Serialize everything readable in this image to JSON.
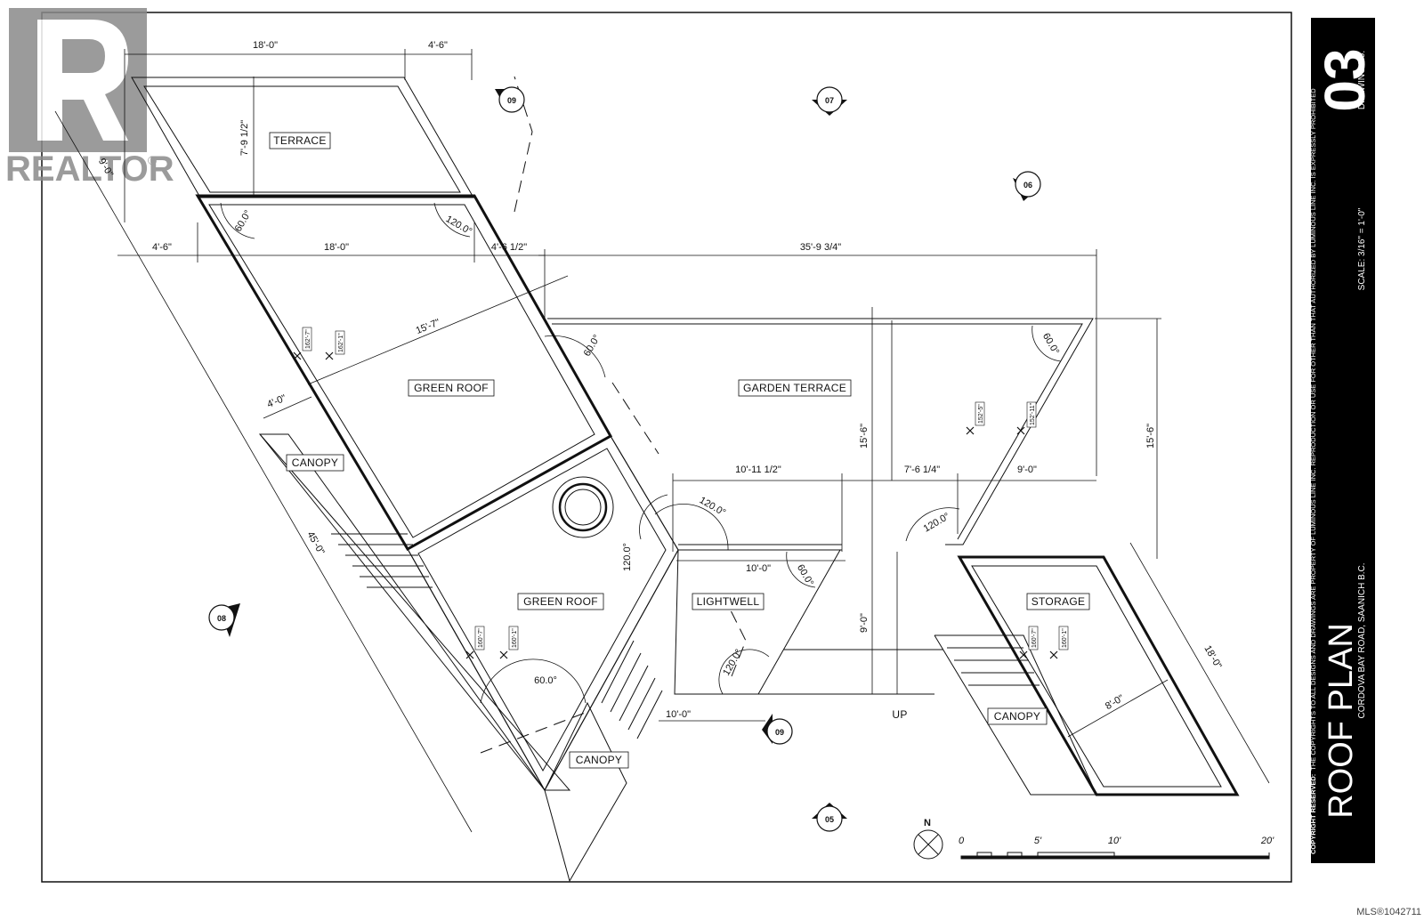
{
  "watermark": {
    "brand": "REALTOR",
    "reg_mark": "®",
    "color": "#8a8a8a"
  },
  "title_block": {
    "drawing_label": "DRAWING No.",
    "drawing_number": "03",
    "scale": "SCALE: 3/16\" = 1'-0\"",
    "title": "ROOF PLAN",
    "address": "CORDOVA BAY ROAD, SAANICH B.C.",
    "copyright_heading": "COPYRIGHT RESERVED:",
    "copyright_text": "THE COPYRIGHTS TO ALL DESIGNS AND DRAWINGS ARE PROPERTY OF LUMINOUS LINE INC. REPRODUCTION OR USE FOR OTHER THAN THAT AUTHORIZED BY LUMINOUS LINE INC. IS EXPRESSLY PROHIBITED",
    "background": "#000000"
  },
  "mls": "MLS®1042711",
  "rooms": {
    "terrace": "TERRACE",
    "green_roof_1": "GREEN ROOF",
    "green_roof_2": "GREEN ROOF",
    "garden_terrace": "GARDEN TERRACE",
    "canopy_1": "CANOPY",
    "canopy_2": "CANOPY",
    "canopy_3": "CANOPY",
    "lightwell": "LIGHTWELL",
    "storage": "STORAGE",
    "up": "UP"
  },
  "dimensions": {
    "d_18_top": "18'-0\"",
    "d_4_6_top": "4'-6\"",
    "d_7_9": "7'-9 1/2\"",
    "d_9_0_diag": "9'-0\"",
    "d_4_6_left": "4'-6\"",
    "d_18_mid": "18'-0\"",
    "d_4_6_half": "4'-6 1/2\"",
    "d_35_9": "35'-9 3/4\"",
    "d_15_7": "15'-7\"",
    "d_4_0": "4'-0\"",
    "d_45_0": "45'-0\"",
    "d_10_11": "10'-11 1/2\"",
    "d_7_6": "7'-6 1/4\"",
    "d_9_0_right": "9'-0\"",
    "d_15_6_a": "15'-6\"",
    "d_15_6_b": "15'-6\"",
    "d_10_0_a": "10'-0\"",
    "d_10_0_b": "10'-0\"",
    "d_9_0_vert": "9'-0\"",
    "d_18_0_storage": "18'-0\"",
    "d_8_0": "8'-0\""
  },
  "angles": {
    "a1": "60.0°",
    "a2": "120.0°",
    "a3": "60.0°",
    "a4": "60.0°",
    "a5": "120.0°",
    "a6": "120.0°",
    "a7": "60.0°",
    "a8": "120.0°",
    "a9": "60.0°",
    "a10": "120.0°"
  },
  "elevations": {
    "e1": "162'-7\"",
    "e2": "162'-1\"",
    "e3": "152'-5\"",
    "e4": "152'-11\"",
    "e5": "160'-7\"",
    "e6": "160'-1\"",
    "e7": "160'-7\"",
    "e8": "160'-1\""
  },
  "markers": {
    "m09a": "09",
    "m07": "07",
    "m06": "06",
    "m08": "08",
    "m09b": "09",
    "m05": "05"
  },
  "scale_bar": {
    "s0": "0",
    "s5": "5'",
    "s10": "10'",
    "s20": "20'"
  },
  "north_label": "N"
}
